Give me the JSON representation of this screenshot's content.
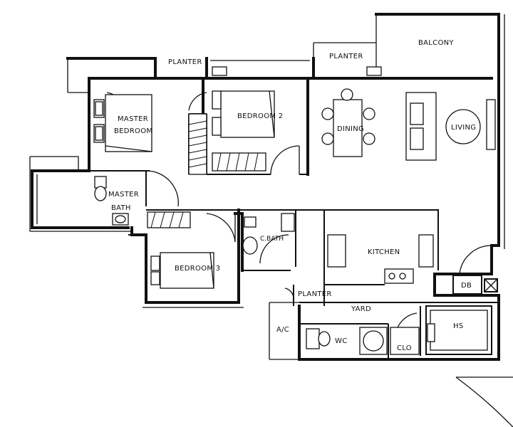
{
  "rooms": {
    "planter_1": "PLANTER",
    "planter_2": "PLANTER",
    "planter_3": "PLANTER",
    "balcony": "BALCONY",
    "master_bedroom_line1": "MASTER",
    "master_bedroom_line2": "BEDROOM",
    "bedroom_2": "BEDROOM 2",
    "dining": "DINING",
    "living": "LIVING",
    "master_bath_line1": "MASTER",
    "master_bath_line2": "BATH",
    "common_bath": "C.BATH",
    "kitchen": "KITCHEN",
    "bedroom_3": "BEDROOM 3",
    "db": "DB",
    "yard": "YARD",
    "ac": "A/C",
    "wc": "WC",
    "clo": "CLO",
    "hs": "HS"
  }
}
